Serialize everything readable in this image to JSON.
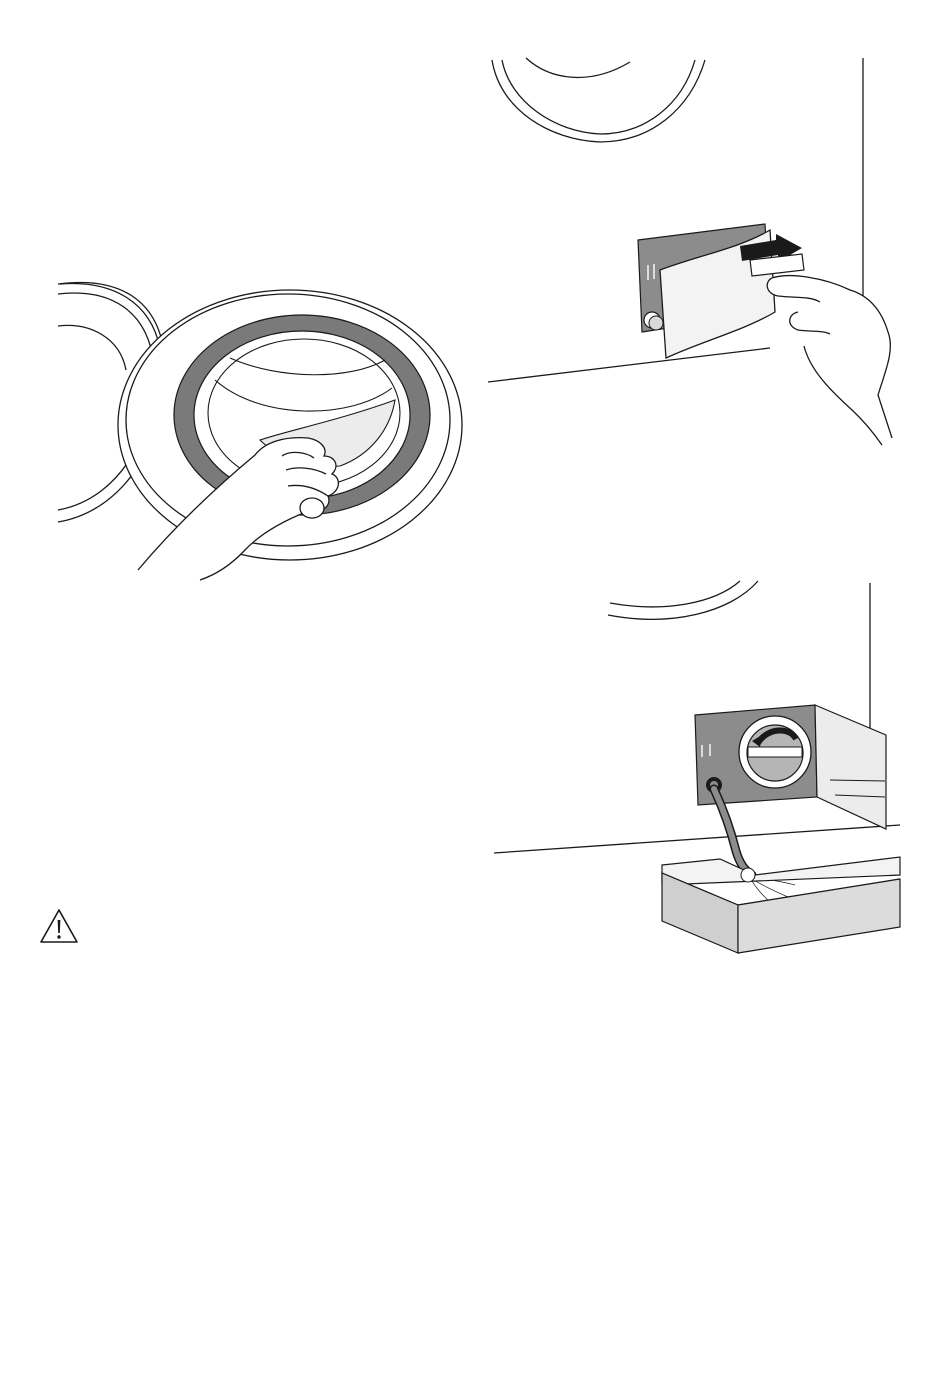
{
  "document": {
    "type": "manual-page",
    "illustrations": [
      {
        "id": "door-seal",
        "icon": "hand-cleaning-door-seal-illustration"
      },
      {
        "id": "filter-flap",
        "icon": "hand-opening-filter-flap-illustration"
      },
      {
        "id": "drain-filter",
        "icon": "emergency-drain-hose-into-tray-illustration"
      }
    ],
    "warning": {
      "icon": "warning-triangle-icon"
    }
  },
  "colors": {
    "line": "#1a1a1a",
    "seal_gray": "#7a7a7a",
    "panel_gray": "#8c8c8c",
    "light_gray": "#d9d9d9",
    "tray_gray": "#cfcfcf"
  }
}
